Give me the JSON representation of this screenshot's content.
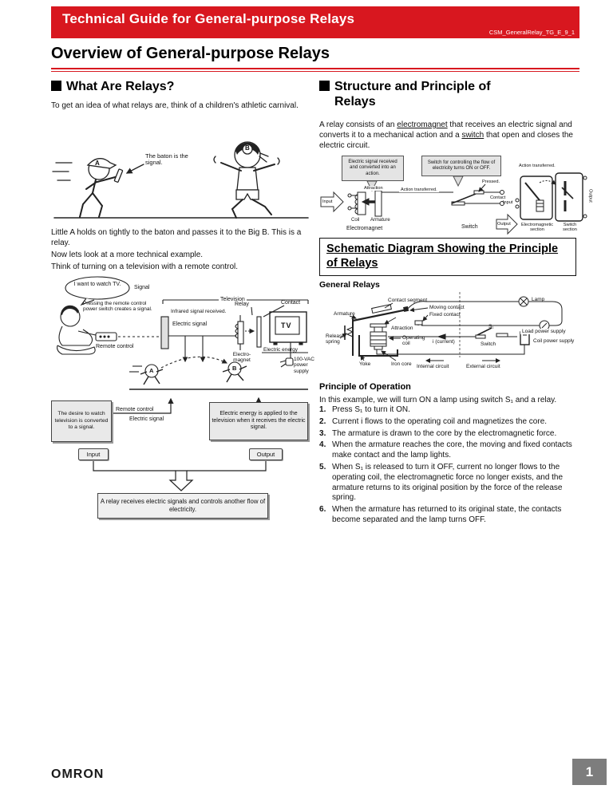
{
  "page": {
    "accent": "#d8171f"
  },
  "header": {
    "banner_title": "Technical Guide for General-purpose Relays",
    "doc_code": "CSM_GeneralRelay_TG_E_9_1",
    "page_title": "Overview of General-purpose Relays"
  },
  "left": {
    "heading": "What Are Relays?",
    "intro": "To get an idea of what relays are, think of a children's athletic carnival.",
    "cartoon": {
      "baton_note": "The baton is the signal.",
      "runner_a": "A",
      "runner_b": "B"
    },
    "caption1": "Little A holds on tightly to the baton and passes it to the Big B. This is a relay.",
    "caption2": "Now lets look at a more technical example.",
    "caption3": "Think of turning on a television with a remote control.",
    "tv": {
      "speech": "I want to watch TV.",
      "signal": "Signal",
      "pressing": "Pressing the remote control power switch creates a signal.",
      "remote": "Remote control",
      "television": "Television",
      "infrared": "Infrared signal received.",
      "relay": "Relay",
      "contact": "Contact",
      "electric_signal": "Electric signal",
      "tv_label": "TV",
      "electromagnet": "Electro-magnet",
      "electric_energy": "Electric energy",
      "power": "100-VAC power supply",
      "runner_a": "A",
      "runner_b": "B"
    },
    "flow": {
      "box_left": "The desire to watch television is converted to a signal.",
      "remote": "Remote control",
      "signal": "Electric signal",
      "box_right": "Electric energy is applied to the television when it receives the electric signal.",
      "input": "Input",
      "output": "Output",
      "conclusion": "A relay receives electric signals and controls another flow of electricity."
    }
  },
  "right": {
    "heading": "Structure and Principle of Relays",
    "intro": {
      "p1": "A relay consists of an ",
      "u1": "electromagnet",
      "p2": " that receives an electric signal and converts it to a mechanical action and a ",
      "u2": "switch",
      "p3": " that open and closes the electric circuit."
    },
    "structure": {
      "callout1": "Electric signal received and converted into an action.",
      "callout2": "Switch for controlling the flow of electricity turns ON or OFF.",
      "input": "Input",
      "attraction": "Attraction",
      "coil": "Coil",
      "armature": "Armature",
      "electromagnet": "Electromagnet",
      "action1": "Action transferred.",
      "pressed": "Pressed.",
      "contact": "Contact",
      "switch": "Switch",
      "action2": "Action transferred.",
      "input2": "Input",
      "output_side": "Output",
      "output_arrow": "Output",
      "em_section": "Electromagnetic section",
      "switch_section": "Switch section"
    },
    "schematic_heading": "Schematic Diagram Showing the Principle of Relays",
    "general_relays": "General Relays",
    "schematic": {
      "contact_segment": "Contact segment",
      "moving_contact": "Moving contact",
      "fixed_contact": "Fixed contact",
      "armature": "Armature",
      "attraction": "Attraction",
      "release_spring": "Release spring",
      "operating_coil": "Operating coil",
      "yoke": "Yoke",
      "iron_core": "Iron core",
      "internal": "Internal circuit",
      "external": "External circuit",
      "current": "i (current)",
      "s1": "S₁",
      "switch": "Switch",
      "lamp": "Lamp",
      "load_supply": "Load power supply",
      "coil_supply": "Coil power supply"
    },
    "principle": {
      "heading": "Principle of Operation",
      "intro": "In this example, we will turn ON a lamp using switch S₁ and a relay.",
      "steps": [
        "Press S₁ to turn it ON.",
        "Current i flows to the operating coil and magnetizes the core.",
        "The armature is drawn to the core by the electromagnetic force.",
        "When the armature reaches the core, the moving and fixed contacts make contact and the lamp lights.",
        "When S₁ is released to turn it OFF, current no longer flows to the operating coil, the electromagnetic force no longer exists, and the armature returns to its original position by the force of the release spring.",
        "When the armature has returned to its original state, the contacts become separated and the lamp turns OFF."
      ]
    }
  },
  "footer": {
    "logo": "OMRON",
    "page_number": "1"
  }
}
